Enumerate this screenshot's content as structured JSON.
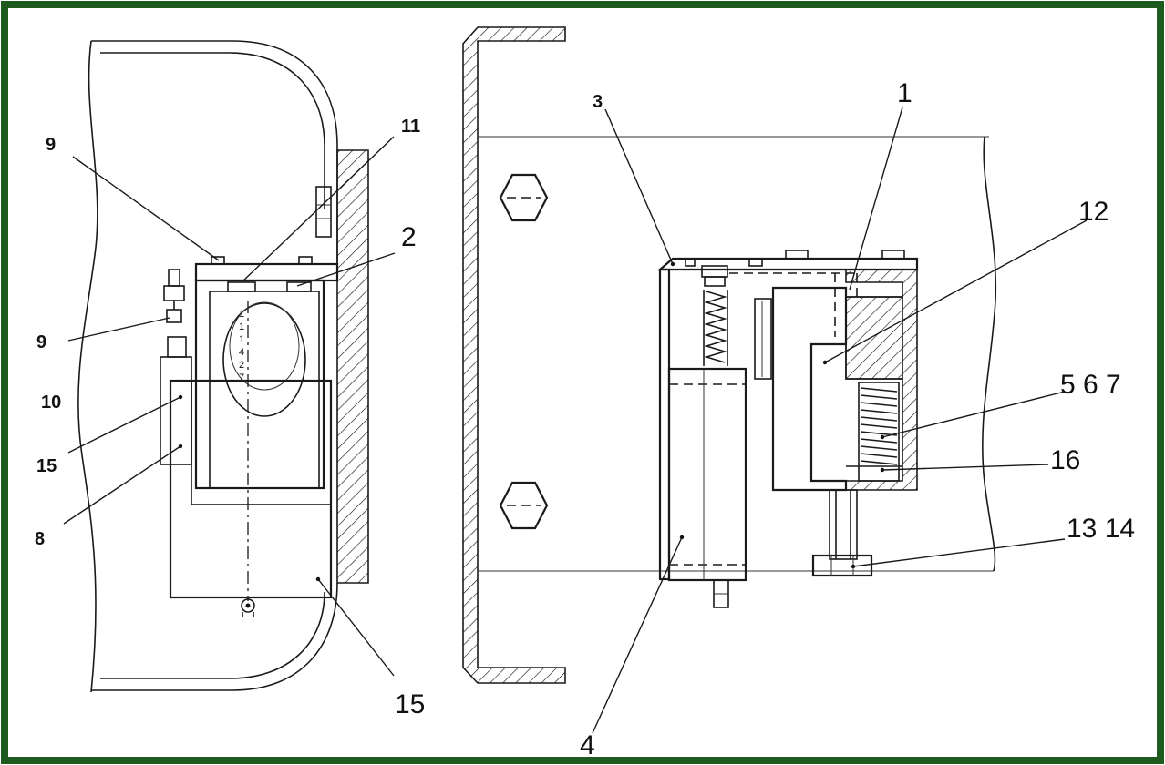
{
  "frame_color": "#1f5a1f",
  "labels": {
    "l1": "1",
    "l2": "2",
    "l3": "3",
    "l4": "4",
    "l567": "5 6 7",
    "l8": "8",
    "l9a": "9",
    "l9b": "9",
    "l10": "10",
    "l11": "11",
    "l12": "12",
    "l13_14": "13 14",
    "l15a": "15",
    "l15b": "15",
    "l16": "16"
  },
  "scale_marks": [
    "1",
    "1",
    "1",
    "4",
    "2",
    "7"
  ]
}
